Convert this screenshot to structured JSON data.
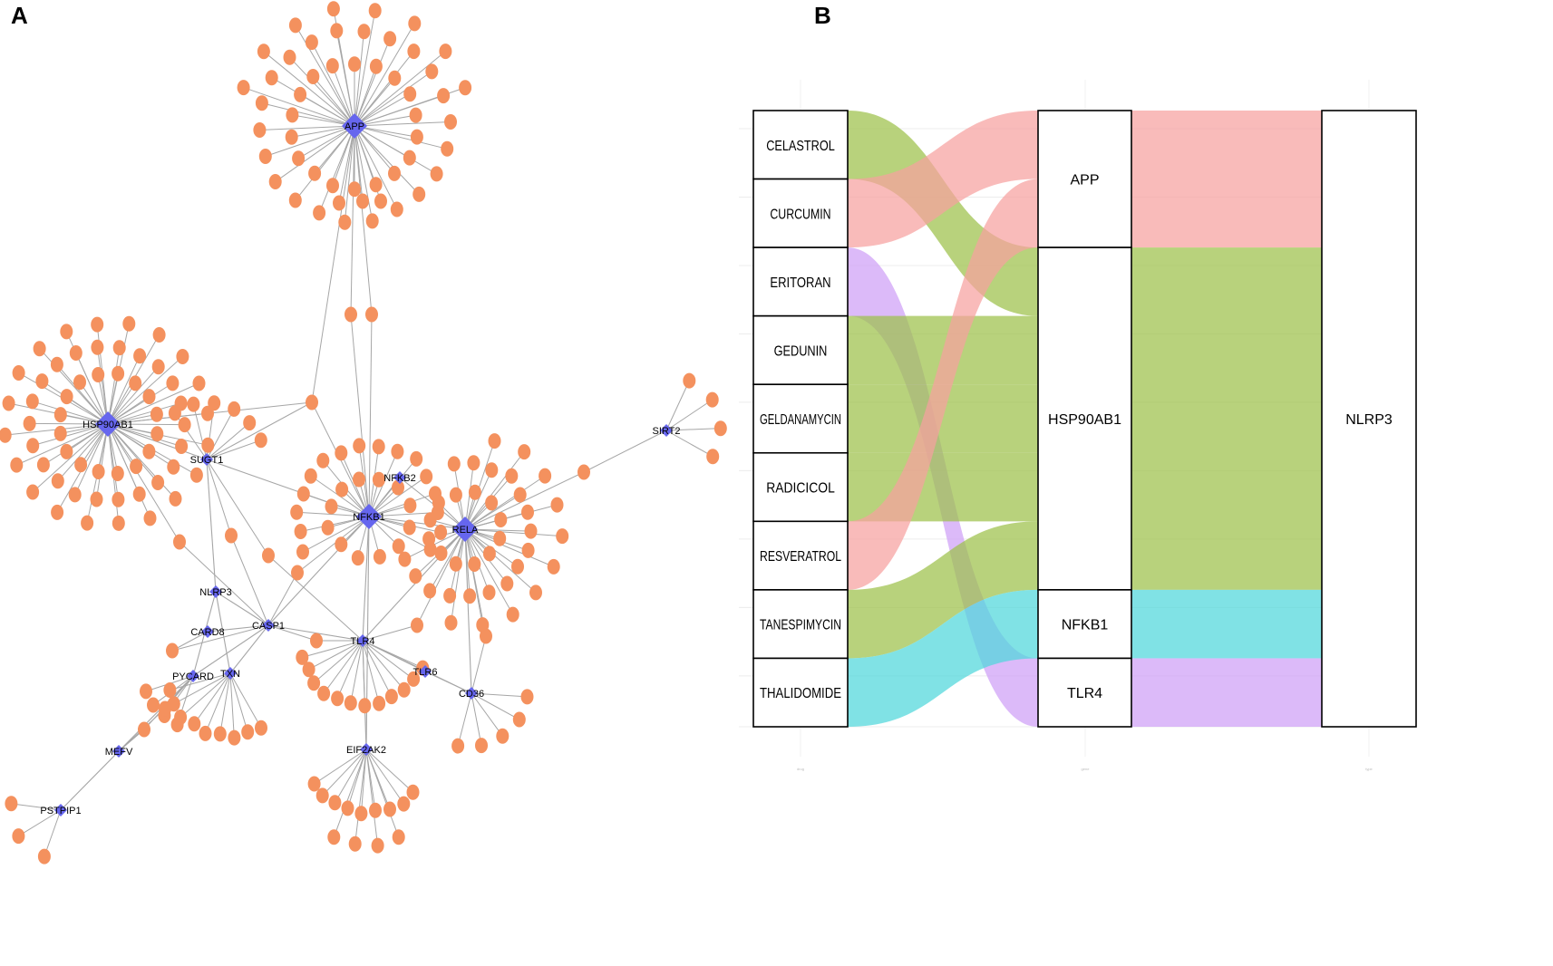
{
  "panels": {
    "a": "A",
    "b": "B"
  },
  "network": {
    "edge_color": "#a6a6a6",
    "target_color": "#6666ee",
    "compound_color": "#f4915e",
    "targets": [
      {
        "id": "APP",
        "label": "APP",
        "major": true
      },
      {
        "id": "HSP90AB1",
        "label": "HSP90AB1",
        "major": true
      },
      {
        "id": "NFKB1",
        "label": "NFKB1",
        "major": true
      },
      {
        "id": "RELA",
        "label": "RELA",
        "major": true
      },
      {
        "id": "SUGT1",
        "label": "SUGT1",
        "major": false
      },
      {
        "id": "NFKB2",
        "label": "NFKB2",
        "major": false
      },
      {
        "id": "SIRT2",
        "label": "SIRT2",
        "major": false
      },
      {
        "id": "NLRP3",
        "label": "NLRP3",
        "major": false
      },
      {
        "id": "CARD8",
        "label": "CARD8",
        "major": false
      },
      {
        "id": "CASP1",
        "label": "CASP1",
        "major": false
      },
      {
        "id": "TLR4",
        "label": "TLR4",
        "major": false
      },
      {
        "id": "PYCARD",
        "label": "PYCARD",
        "major": false
      },
      {
        "id": "TXN",
        "label": "TXN",
        "major": false
      },
      {
        "id": "TLR6",
        "label": "TLR6",
        "major": false
      },
      {
        "id": "CD36",
        "label": "CD36",
        "major": false
      },
      {
        "id": "MEFV",
        "label": "MEFV",
        "major": false
      },
      {
        "id": "EIF2AK2",
        "label": "EIF2AK2",
        "major": false
      },
      {
        "id": "PSTPIP1",
        "label": "PSTPIP1",
        "major": false
      }
    ]
  },
  "sankey": {
    "drugs": [
      {
        "label": "CELASTROL",
        "color": "#9dc04a",
        "target": "HSP90AB1"
      },
      {
        "label": "CURCUMIN",
        "color": "#f7a1a0",
        "target": "APP"
      },
      {
        "label": "ERITORAN",
        "color": "#cf9ff6",
        "target": "TLR4"
      },
      {
        "label": "GEDUNIN",
        "color": "#9dc04a",
        "target": "HSP90AB1"
      },
      {
        "label": "GELDANAMYCIN",
        "color": "#9dc04a",
        "target": "HSP90AB1"
      },
      {
        "label": "RADICICOL",
        "color": "#9dc04a",
        "target": "HSP90AB1"
      },
      {
        "label": "RESVERATROL",
        "color": "#f7a1a0",
        "target": "APP"
      },
      {
        "label": "TANESPIMYCIN",
        "color": "#9dc04a",
        "target": "HSP90AB1"
      },
      {
        "label": "THALIDOMIDE",
        "color": "#4fd7db",
        "target": "NFKB1"
      }
    ],
    "genes": [
      {
        "label": "APP",
        "count": 2,
        "color": "#f7a1a0"
      },
      {
        "label": "HSP90AB1",
        "count": 5,
        "color": "#9dc04a"
      },
      {
        "label": "NFKB1",
        "count": 1,
        "color": "#4fd7db"
      },
      {
        "label": "TLR4",
        "count": 1,
        "color": "#cf9ff6"
      }
    ],
    "output": {
      "label": "NLRP3"
    },
    "axis_ticks": [
      "drug",
      "gene",
      "type"
    ]
  }
}
